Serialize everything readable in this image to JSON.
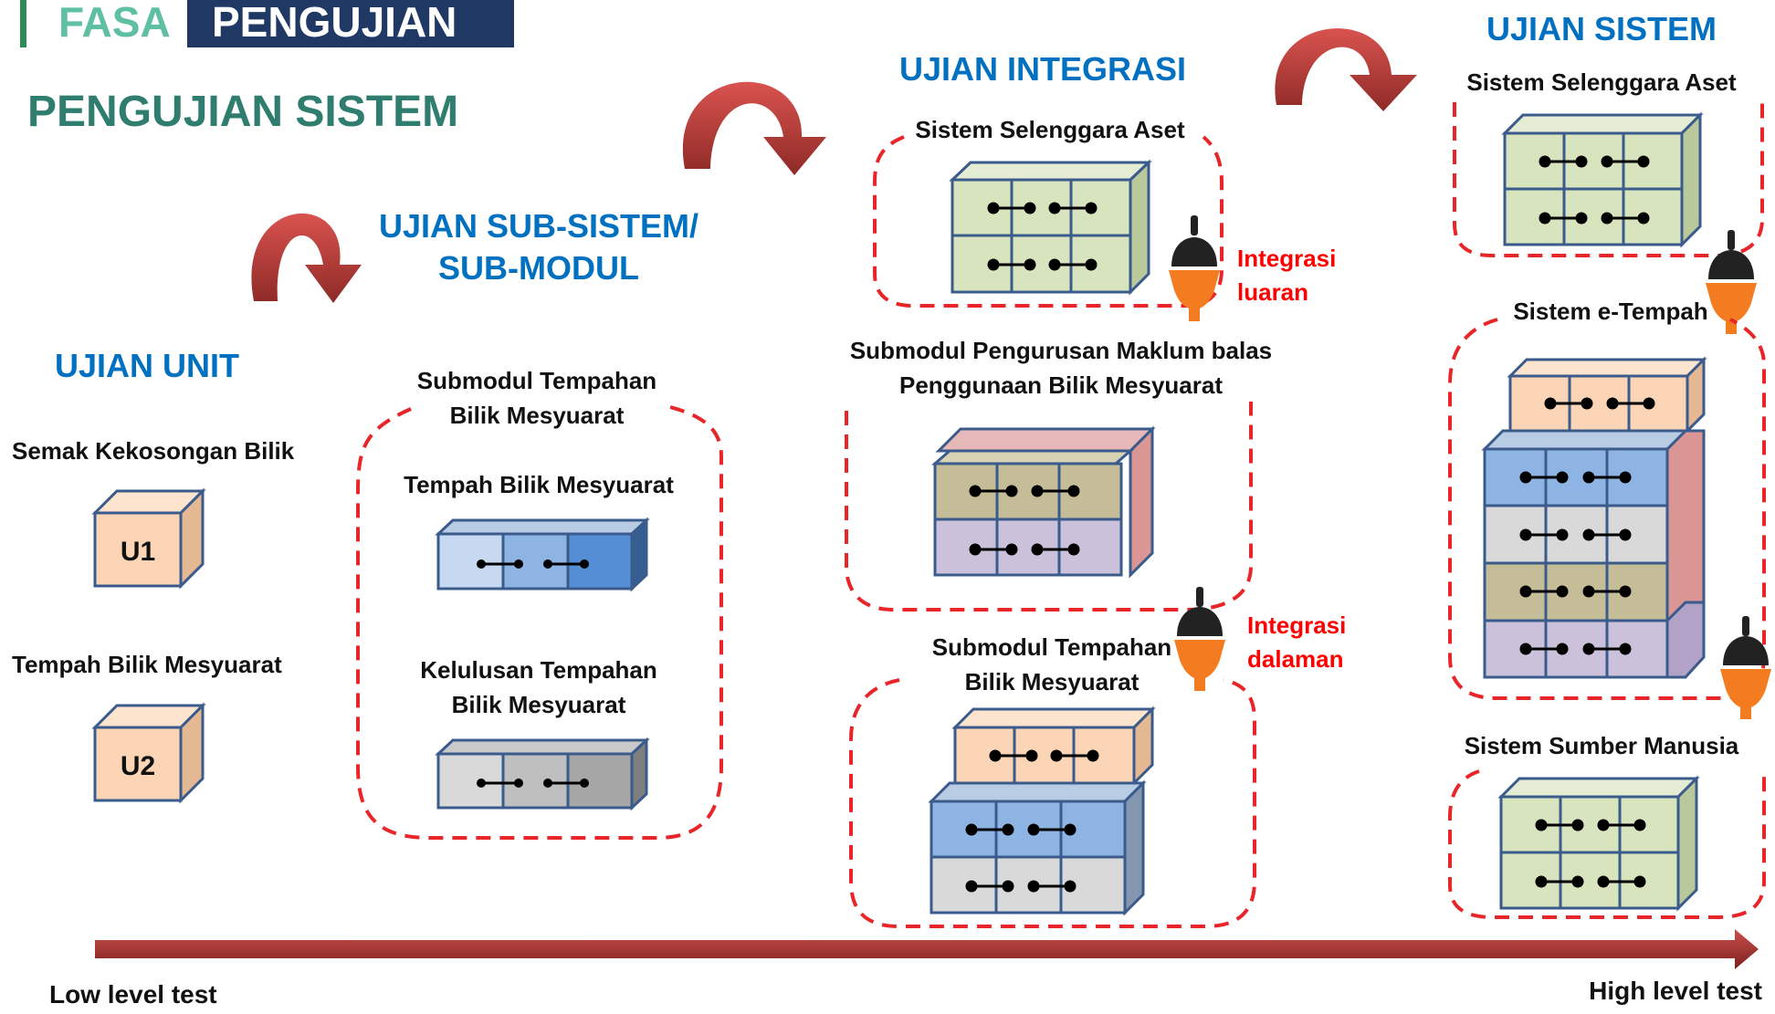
{
  "header": {
    "phase_label": "FASA",
    "phase_name": "PENGUJIAN",
    "section_title": "PENGUJIAN SISTEM"
  },
  "stages": {
    "unit": {
      "title": "UJIAN UNIT",
      "items": [
        {
          "label": "Semak Kekosongan Bilik",
          "code": "U1"
        },
        {
          "label": "Tempah Bilik Mesyuarat",
          "code": "U2"
        }
      ]
    },
    "subsystem": {
      "title_line1": "UJIAN SUB-SISTEM/",
      "title_line2": "SUB-MODUL",
      "group_line1": "Submodul Tempahan",
      "group_line2": "Bilik Mesyuarat",
      "module1": "Tempah Bilik Mesyuarat",
      "module2_line1": "Kelulusan Tempahan",
      "module2_line2": "Bilik Mesyuarat"
    },
    "integration": {
      "title": "UJIAN INTEGRASI",
      "asset_system": "Sistem Selenggara Aset",
      "external_line1": "Integrasi",
      "external_line2": "luaran",
      "feedback_line1": "Submodul Pengurusan Maklum balas",
      "feedback_line2": "Penggunaan Bilik Mesyuarat",
      "internal_line1": "Integrasi",
      "internal_line2": "dalaman",
      "booking_line1": "Submodul Tempahan",
      "booking_line2": "Bilik Mesyuarat"
    },
    "system": {
      "title": "UJIAN SISTEM",
      "asset_system": "Sistem Selenggara Aset",
      "etempah_system": "Sistem e-Tempah",
      "hr_system": "Sistem Sumber Manusia"
    }
  },
  "axis": {
    "low": "Low level test",
    "high": "High level test"
  },
  "colors": {
    "heading_blue": "#0070c0",
    "teal": "#2e7d6e",
    "navy": "#1f3864",
    "dashed_red": "#e8262a",
    "integration_red": "#ff0000",
    "arrow_red": "#b03a37",
    "plug_orange": "#f47c20",
    "cube_peach": "#fbd5b5",
    "cube_green": "#d7e4bd",
    "cube_blue": "#8eb4e3",
    "cube_grey": "#d9d9d9",
    "cube_khaki": "#c4bd97",
    "cube_lilac": "#ccc1da"
  }
}
